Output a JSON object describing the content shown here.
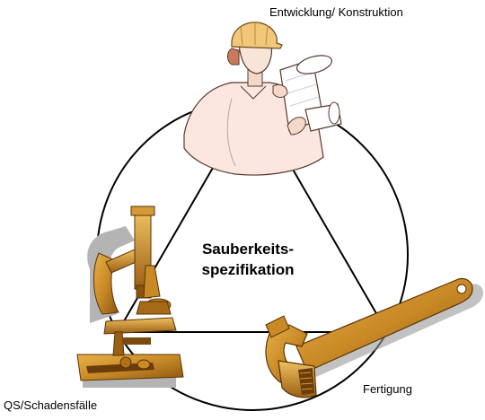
{
  "diagram": {
    "center_text": [
      "Sauberkeits-",
      "spezifikation"
    ],
    "nodes": {
      "top": {
        "label": "Entwicklung/ Konstruktion",
        "icon": "engineer-with-blueprints-icon"
      },
      "bottom_right": {
        "label": "Fertigung",
        "icon": "adjustable-wrench-icon"
      },
      "bottom_left": {
        "label": "QS/Schadensfälle",
        "icon": "microscope-icon"
      }
    },
    "colors": {
      "line": "#000000",
      "brass": "#c98a26",
      "brass_dark": "#7a4a10",
      "skin": "#f6d8c8",
      "helmet": "#f1c87a",
      "shadow": "#b4b4b4"
    }
  }
}
